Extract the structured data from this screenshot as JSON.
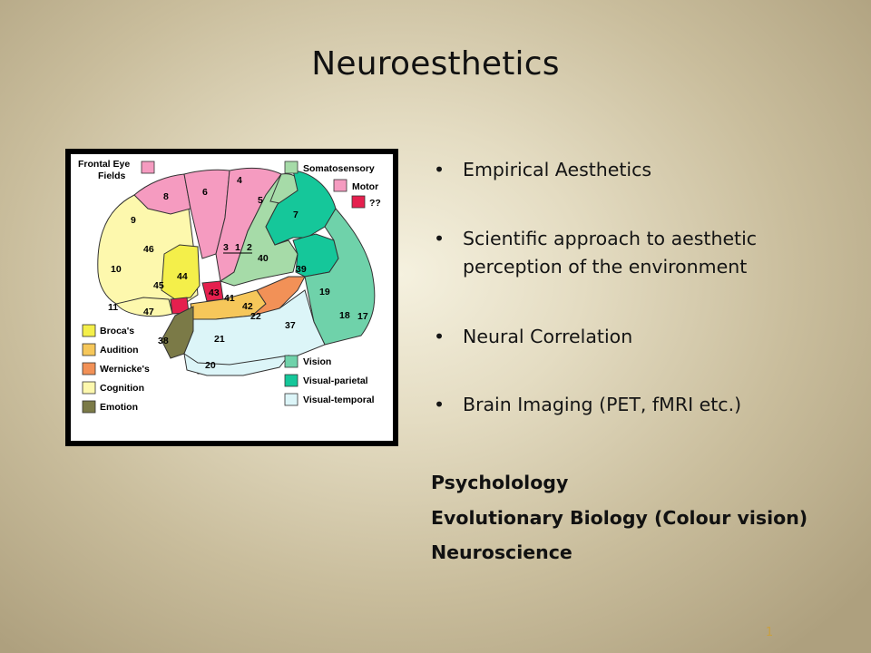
{
  "slide": {
    "title": "Neuroesthetics",
    "page_number": "1",
    "bullets": [
      "Empirical Aesthetics",
      "Scientific approach to aesthetic perception of the environment",
      "Neural Correlation",
      "Brain Imaging (PET, fMRI etc.)"
    ],
    "fields": [
      "Psycholology",
      "Evolutionary Biology (Colour vision)",
      "Neuroscience"
    ]
  },
  "brain_map": {
    "legend_top_left": [
      "Frontal Eye",
      "Fields"
    ],
    "legend_top_right": [
      "Somatosensory",
      "Motor",
      "??"
    ],
    "legend_bottom_left": [
      "Broca's",
      "Audition",
      "Wernicke's",
      "Cognition",
      "Emotion"
    ],
    "legend_bottom_right": [
      "Vision",
      "Visual-parietal",
      "Visual-temporal"
    ],
    "areas": [
      "4",
      "8",
      "6",
      "5",
      "7",
      "9",
      "46",
      "3",
      "1",
      "2",
      "40",
      "39",
      "10",
      "45",
      "44",
      "43",
      "41",
      "42",
      "22",
      "19",
      "11",
      "47",
      "18",
      "17",
      "37",
      "38",
      "21",
      "20"
    ],
    "colors": {
      "somatosensory": "#a6dba8",
      "motor": "#f59bc0",
      "unknown": "#e5204e",
      "brocas": "#f4ef4a",
      "audition": "#f6c75a",
      "wernickes": "#f29157",
      "cognition": "#fdf8ad",
      "emotion": "#7b7a47",
      "vision": "#6fd2aa",
      "visual_parietal": "#15c79a",
      "visual_temporal": "#dcf5f8"
    }
  }
}
